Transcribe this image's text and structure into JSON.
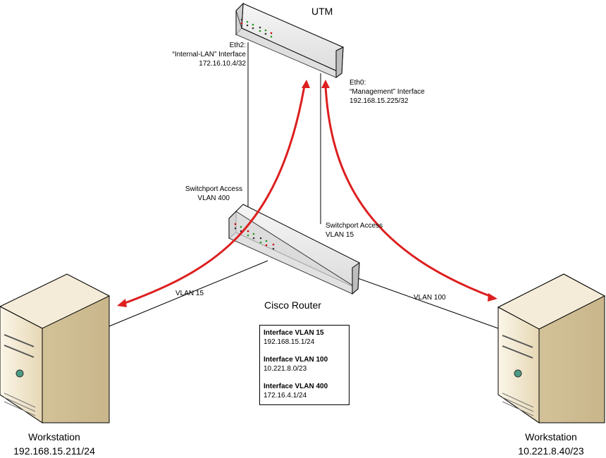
{
  "utm": {
    "title": "UTM",
    "eth2": {
      "name": "Eth2:",
      "role": "“Internal-LAN” Interface",
      "ip": "172.16.10.4/32"
    },
    "eth0": {
      "name": "Eth0:",
      "role": "“Management” Interface",
      "ip": "192.168.15.225/32"
    }
  },
  "router": {
    "title": "Cisco Router",
    "port_vlan400": {
      "line1": "Switchport Access",
      "line2": "VLAN 400"
    },
    "port_vlan15": {
      "line1": "Switchport Access",
      "line2": "VLAN 15"
    }
  },
  "links": {
    "left": "VLAN 15",
    "right": "VLAN 100"
  },
  "interfaces": [
    {
      "name": "Interface VLAN 15",
      "ip": "192.168.15.1/24"
    },
    {
      "name": "Interface VLAN 100",
      "ip": "10.221.8.0/23"
    },
    {
      "name": "Interface VLAN 400",
      "ip": "172.16.4.1/24"
    }
  ],
  "workstations": [
    {
      "name": "Workstation",
      "ip": "192.168.15.211/24"
    },
    {
      "name": "Workstation",
      "ip": "10.221.8.40/23"
    }
  ],
  "colors": {
    "flow_arrow": "#dd1f1f",
    "device_body": "#e9e9e9",
    "workstation_body": "#e8dcc0"
  }
}
